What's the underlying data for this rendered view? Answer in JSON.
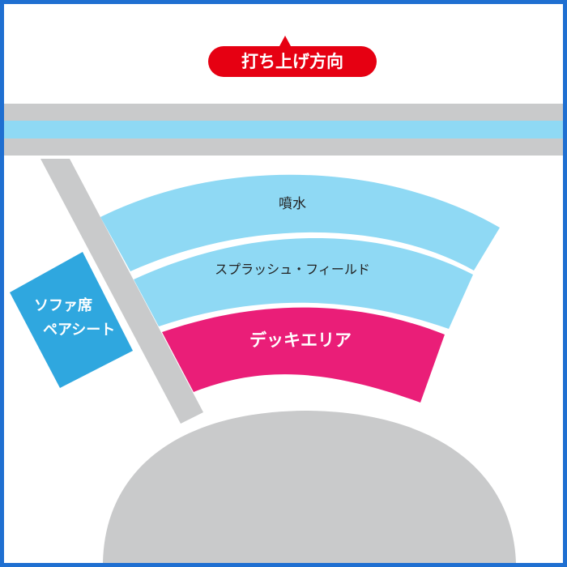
{
  "map": {
    "launch_direction_label": "打ち上げ方向",
    "areas": {
      "fountain": "噴水",
      "splash_field": "スプラッシュ・フィールド",
      "deck_area": "デッキエリア",
      "sofa_seat_line1": "ソファ席",
      "sofa_seat_line2": "ペアシート"
    }
  },
  "colors": {
    "frame": "#1f6fd1",
    "road_gray": "#c9cacb",
    "water_light_blue": "#8fd9f4",
    "deck_magenta": "#ea1e78",
    "sofa_blue": "#2fa7df",
    "launch_red": "#e60012",
    "white": "#ffffff",
    "dark_text": "#222222"
  }
}
